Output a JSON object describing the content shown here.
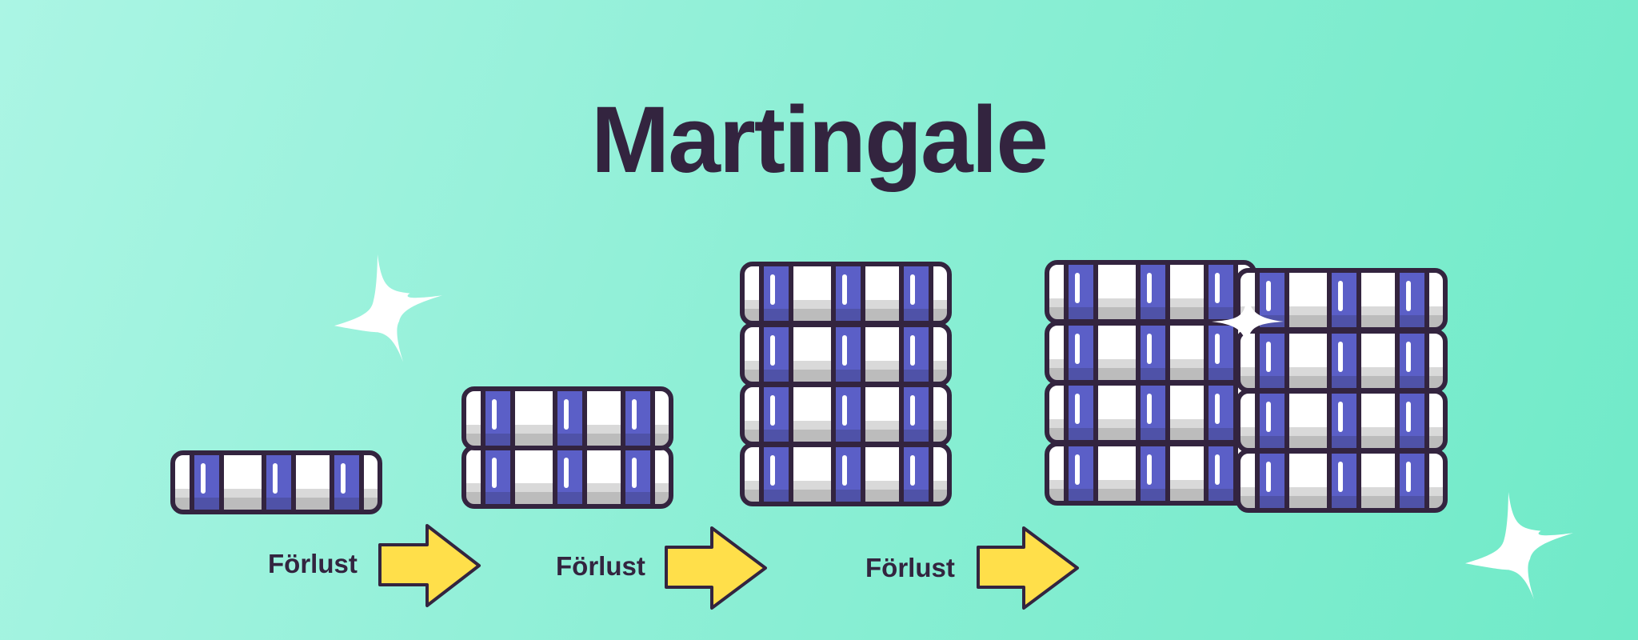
{
  "title": "Martingale",
  "colors": {
    "background_start": "#abf5e4",
    "background_end": "#70eac8",
    "text": "#33243f",
    "chip_stripe": "#5b5fc7",
    "chip_outline": "#33243f",
    "arrow_fill": "#ffdf4a",
    "sparkle": "#ffffff"
  },
  "steps": [
    {
      "chips": 1,
      "label": "Förlust"
    },
    {
      "chips": 2,
      "label": "Förlust"
    },
    {
      "chips": 4,
      "label": "Förlust"
    },
    {
      "chips": 8
    }
  ],
  "icons": {
    "arrow": "right-arrow-icon",
    "sparkle": "sparkle-icon",
    "chip": "poker-chip-icon"
  }
}
